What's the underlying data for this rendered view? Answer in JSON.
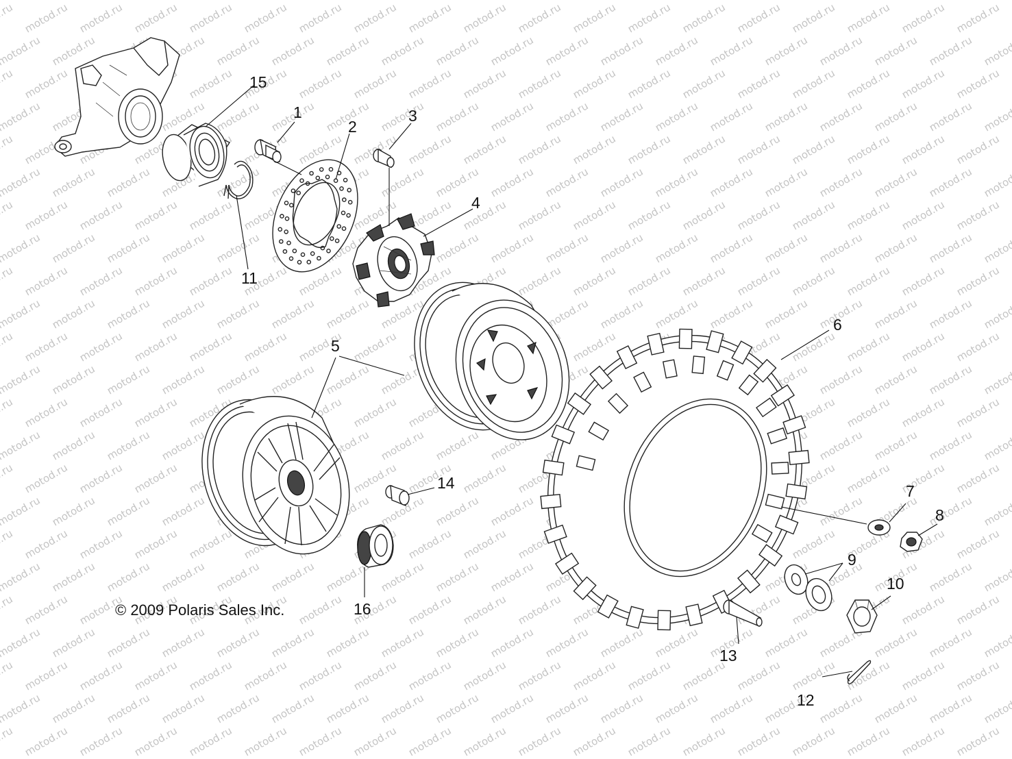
{
  "watermark": "motod.ru",
  "copyright": "© 2009 Polaris Sales Inc.",
  "callouts": {
    "c1": "1",
    "c2": "2",
    "c3": "3",
    "c4": "4",
    "c5": "5",
    "c6": "6",
    "c7": "7",
    "c8": "8",
    "c9": "9",
    "c10": "10",
    "c11": "11",
    "c12": "12",
    "c13": "13",
    "c14": "14",
    "c15": "15",
    "c16": "16"
  },
  "parts": [
    {
      "id": "knuckle",
      "icon": "steering-knuckle-icon"
    },
    {
      "id": "1",
      "icon": "pin-icon"
    },
    {
      "id": "2",
      "icon": "brake-disc-icon"
    },
    {
      "id": "3",
      "icon": "bolt-icon"
    },
    {
      "id": "4",
      "icon": "wheel-hub-icon"
    },
    {
      "id": "5",
      "icon": "wheel-rim-icon"
    },
    {
      "id": "6",
      "icon": "tire-icon"
    },
    {
      "id": "7",
      "icon": "washer-icon"
    },
    {
      "id": "8",
      "icon": "nut-icon"
    },
    {
      "id": "9",
      "icon": "washer-pair-icon"
    },
    {
      "id": "10",
      "icon": "castle-nut-icon"
    },
    {
      "id": "11",
      "icon": "retaining-ring-icon"
    },
    {
      "id": "12",
      "icon": "cotter-pin-icon"
    },
    {
      "id": "13",
      "icon": "stud-icon"
    },
    {
      "id": "14",
      "icon": "valve-stem-icon"
    },
    {
      "id": "15",
      "icon": "bearing-icon"
    },
    {
      "id": "16",
      "icon": "bearing-icon"
    }
  ],
  "colors": {
    "line": "#222222",
    "watermark": "#c4c4c4",
    "background": "#ffffff"
  }
}
